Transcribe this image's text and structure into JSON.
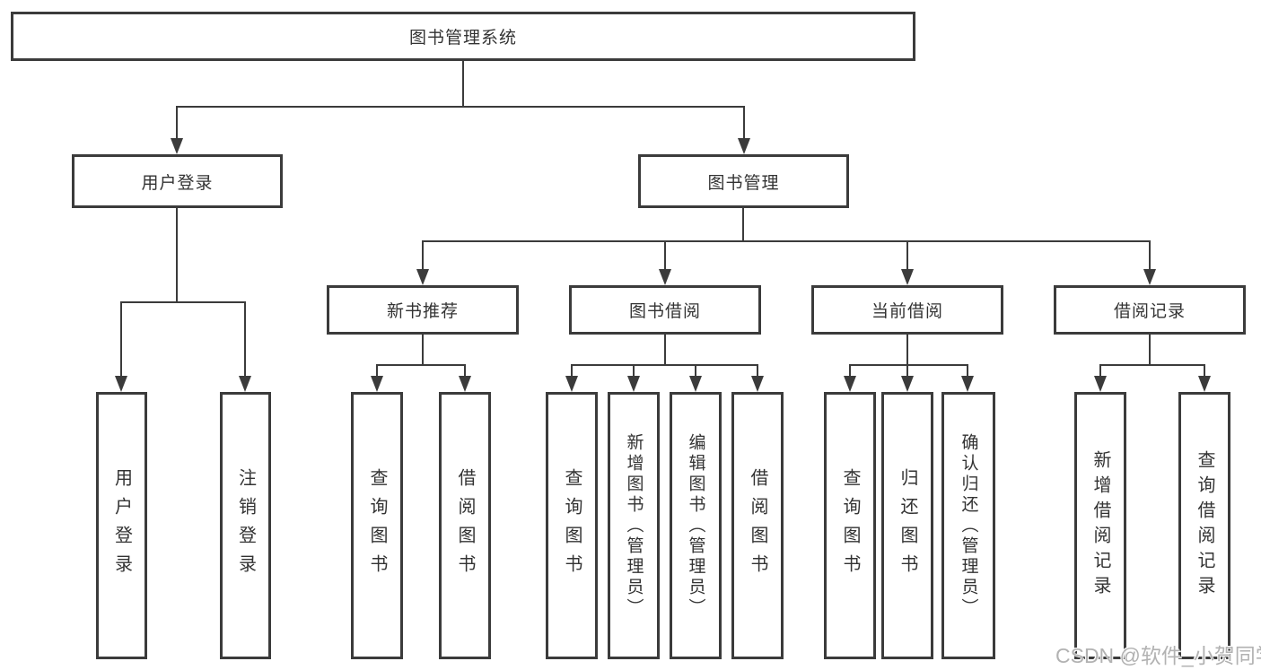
{
  "title": "图书管理系统",
  "userLogin": {
    "label": "用户登录",
    "children": [
      "用户登录",
      "注销登录"
    ]
  },
  "bookManagement": {
    "label": "图书管理",
    "newBooks": {
      "label": "新书推荐",
      "children": [
        "查询图书",
        "借阅图书"
      ]
    },
    "borrowing": {
      "label": "图书借阅",
      "children": [
        "查询图书",
        "新增图书（管理员）",
        "编辑图书（管理员）",
        "借阅图书"
      ]
    },
    "currentBorrow": {
      "label": "当前借阅",
      "children": [
        "查询图书",
        "归还图书",
        "确认归还（管理员）"
      ]
    },
    "borrowRecords": {
      "label": "借阅记录",
      "children": [
        "新增借阅记录",
        "查询借阅记录"
      ]
    }
  },
  "watermark": "CSDN @软件_小贺同学",
  "colors": {
    "line": "#3b3b3b",
    "text": "#333333",
    "canvas": "#ffffff",
    "watermark": "#b2b2b2"
  }
}
